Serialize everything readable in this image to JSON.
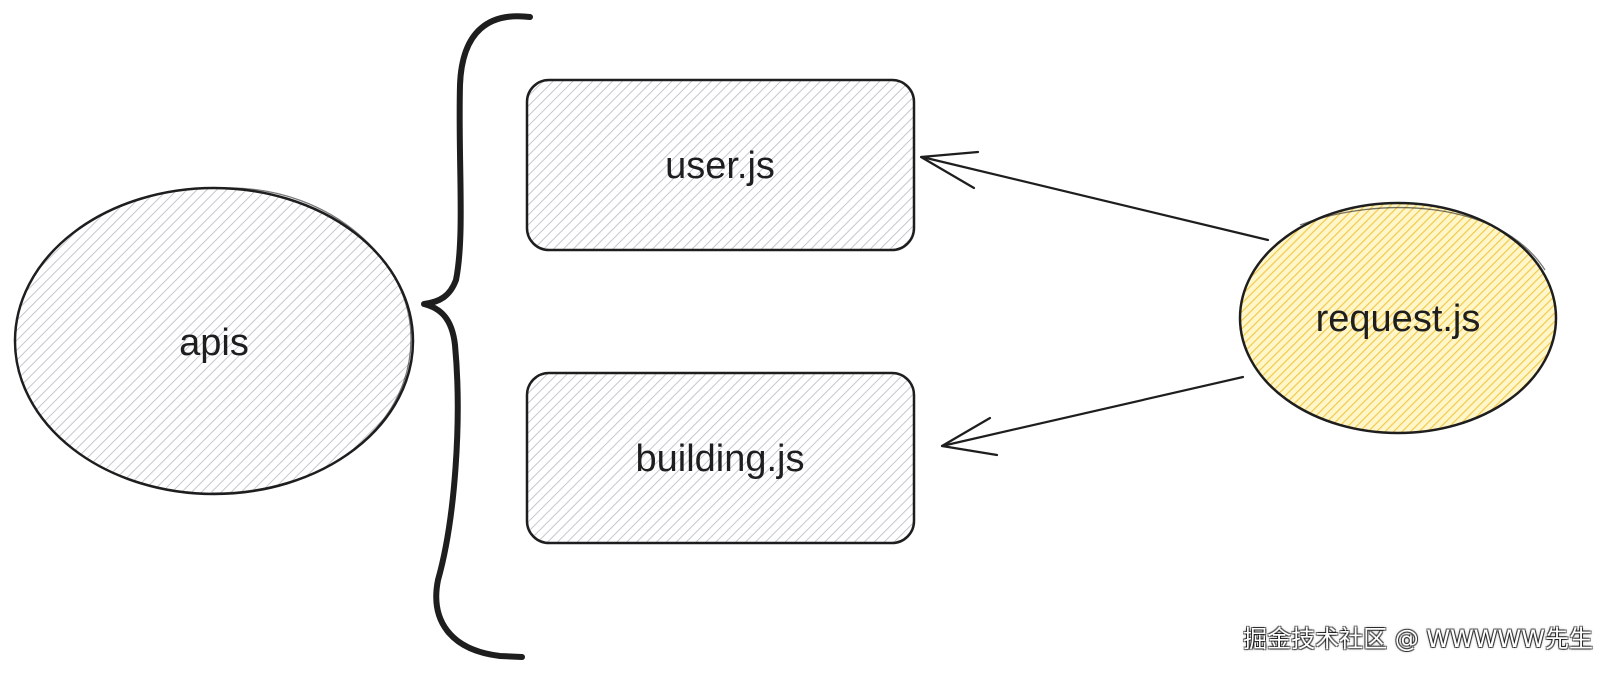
{
  "nodes": {
    "apis": {
      "label": "apis",
      "shape": "ellipse",
      "fill": "#e9ecef"
    },
    "user": {
      "label": "user.js",
      "shape": "rounded-rectangle",
      "fill": "#e9ecef"
    },
    "building": {
      "label": "building.js",
      "shape": "rounded-rectangle",
      "fill": "#e9ecef"
    },
    "request": {
      "label": "request.js",
      "shape": "ellipse",
      "fill": "#ffec99"
    }
  },
  "edges": [
    {
      "from": "request",
      "to": "user",
      "style": "arrow"
    },
    {
      "from": "request",
      "to": "building",
      "style": "arrow"
    }
  ],
  "groupings": [
    {
      "type": "curly-brace",
      "from": "apis",
      "contains": [
        "user",
        "building"
      ]
    }
  ],
  "colors": {
    "stroke": "#1e1e1e",
    "hatch_gray": "#c3c8cd",
    "hatch_yellow": "#f2c94c"
  },
  "watermark": "掘金技术社区 @ WWWWW先生"
}
